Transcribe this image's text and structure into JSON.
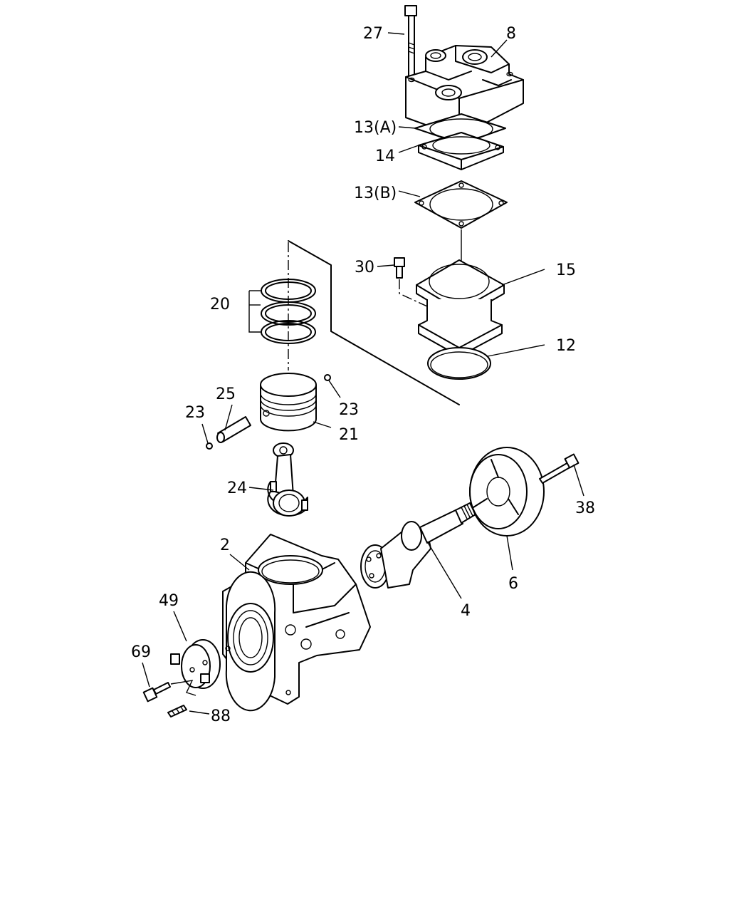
{
  "callouts": [
    {
      "id": "27",
      "text": "27"
    },
    {
      "id": "8",
      "text": "8"
    },
    {
      "id": "13a",
      "text": "13(A)"
    },
    {
      "id": "14",
      "text": "14"
    },
    {
      "id": "13b",
      "text": "13(B)"
    },
    {
      "id": "30",
      "text": "30"
    },
    {
      "id": "15",
      "text": "15"
    },
    {
      "id": "12",
      "text": "12"
    },
    {
      "id": "20",
      "text": "20"
    },
    {
      "id": "25",
      "text": "25"
    },
    {
      "id": "23l",
      "text": "23"
    },
    {
      "id": "23r",
      "text": "23"
    },
    {
      "id": "21",
      "text": "21"
    },
    {
      "id": "24",
      "text": "24"
    },
    {
      "id": "38",
      "text": "38"
    },
    {
      "id": "2",
      "text": "2"
    },
    {
      "id": "6",
      "text": "6"
    },
    {
      "id": "4",
      "text": "4"
    },
    {
      "id": "49",
      "text": "49"
    },
    {
      "id": "69",
      "text": "69"
    },
    {
      "id": "88",
      "text": "88"
    }
  ]
}
